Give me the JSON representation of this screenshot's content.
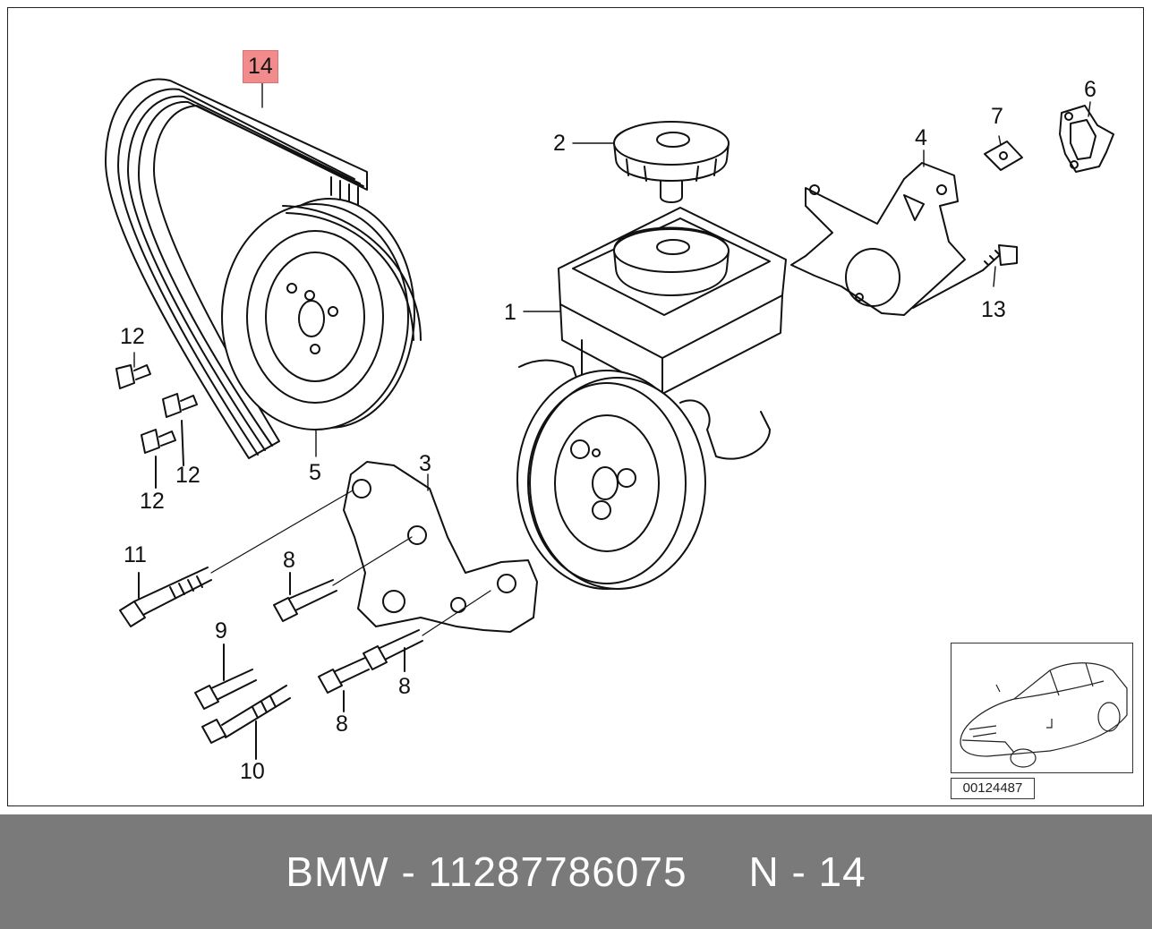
{
  "diagram": {
    "callouts": [
      {
        "id": "14",
        "text": "14",
        "highlighted": true
      },
      {
        "id": "2",
        "text": "2"
      },
      {
        "id": "7",
        "text": "7"
      },
      {
        "id": "6",
        "text": "6"
      },
      {
        "id": "4",
        "text": "4"
      },
      {
        "id": "1",
        "text": "1"
      },
      {
        "id": "13",
        "text": "13"
      },
      {
        "id": "12a",
        "text": "12"
      },
      {
        "id": "12b",
        "text": "12"
      },
      {
        "id": "12c",
        "text": "12"
      },
      {
        "id": "5",
        "text": "5"
      },
      {
        "id": "3",
        "text": "3"
      },
      {
        "id": "11",
        "text": "11"
      },
      {
        "id": "8a",
        "text": "8"
      },
      {
        "id": "9",
        "text": "9"
      },
      {
        "id": "8b",
        "text": "8"
      },
      {
        "id": "8c",
        "text": "8"
      },
      {
        "id": "10",
        "text": "10"
      }
    ],
    "reference_code": "00124487",
    "highlight_color": "#f28c8c"
  },
  "footer": {
    "text": "BMW - 11287786075     N - 14"
  }
}
